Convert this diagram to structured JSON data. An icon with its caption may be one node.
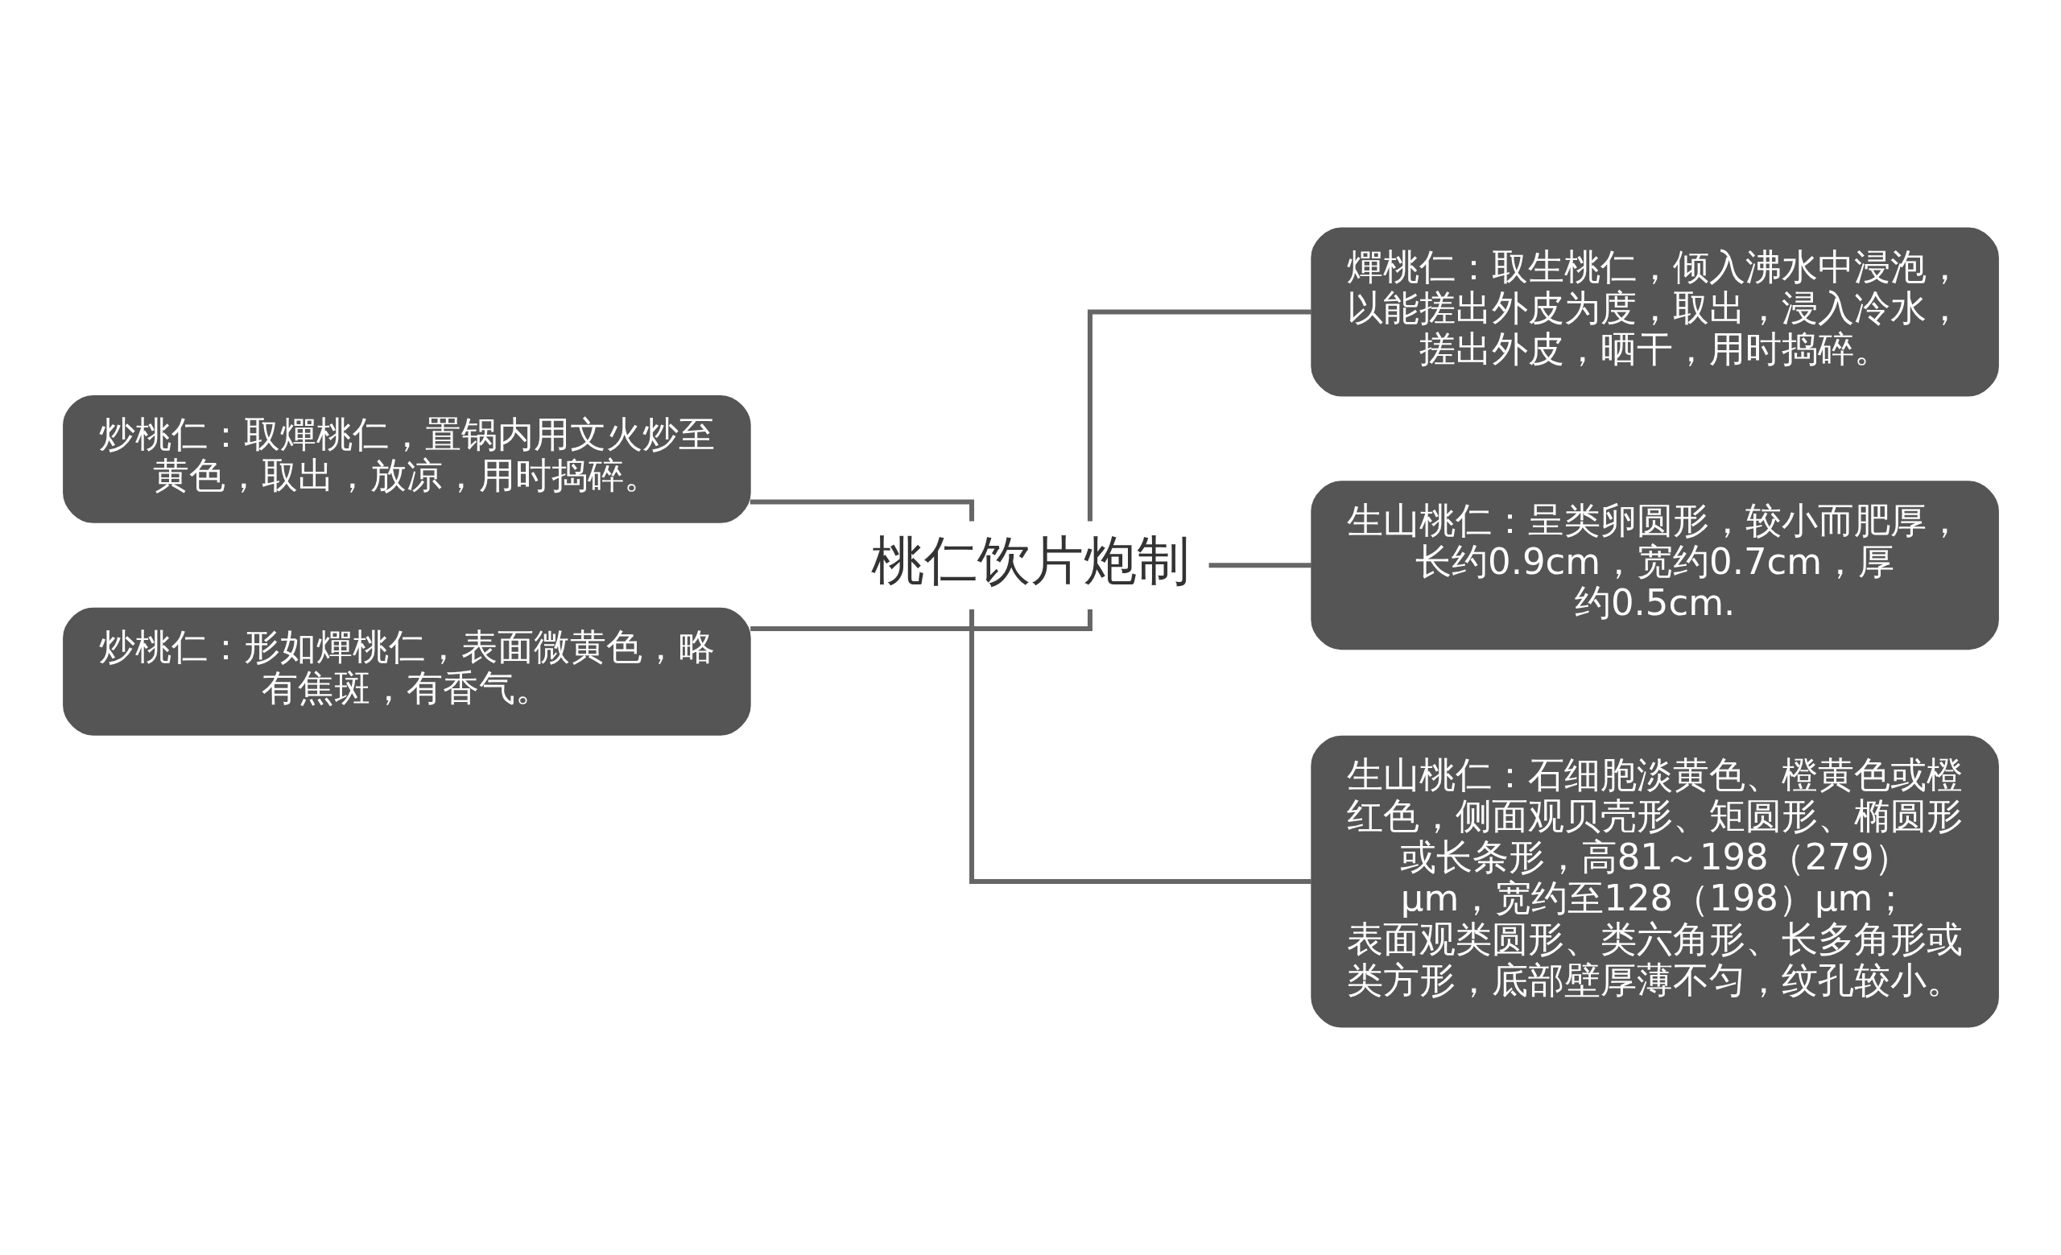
{
  "diagram": {
    "nodes": [
      {
        "text": [
          "桃仁饮片炮制"
        ]
      },
      {
        "text": [
          "炒桃仁：取燀桃仁，置锅内用文火炒至黄色，取出，放凉，用时捣碎。"
        ]
      },
      {
        "text": [
          "炒桃仁：形如燀桃仁，表面微黄色，略有焦斑，有香气。"
        ]
      },
      {
        "text": [
          "燀桃仁：取生桃仁，倾入沸水中浸泡，以能搓出外皮为度，取出，浸入冷水，搓出外皮，晒干，用时捣碎。"
        ]
      },
      {
        "text": [
          "生山桃仁：呈类卵圆形，较小而肥厚，长约0.9cm，宽约0.7cm，厚约0.5cm."
        ]
      },
      {
        "text": [
          "生山桃仁：石细胞淡黄色、橙黄色或橙红色，侧面观贝壳形、矩圆形、椭圆形或长条形，高81～198（279）μm，宽约至128（198）μm；表面观类圆形、类六角形、长多角形或类方形，底部壁厚薄不匀，纹孔较小。"
        ]
      }
    ],
    "edges": [
      {
        "from": 0,
        "to": 1,
        "arrow": "none"
      },
      {
        "from": 0,
        "to": 2,
        "arrow": "none"
      },
      {
        "from": 0,
        "to": 3,
        "arrow": "none"
      },
      {
        "from": 0,
        "to": 4,
        "arrow": "none"
      },
      {
        "from": 0,
        "to": 5,
        "arrow": "none"
      }
    ]
  }
}
